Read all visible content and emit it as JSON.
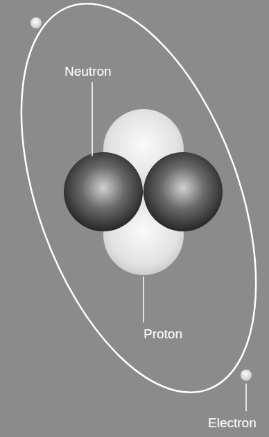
{
  "diagram": {
    "labels": [
      "Neutron",
      "Proton",
      "Electron"
    ]
  }
}
